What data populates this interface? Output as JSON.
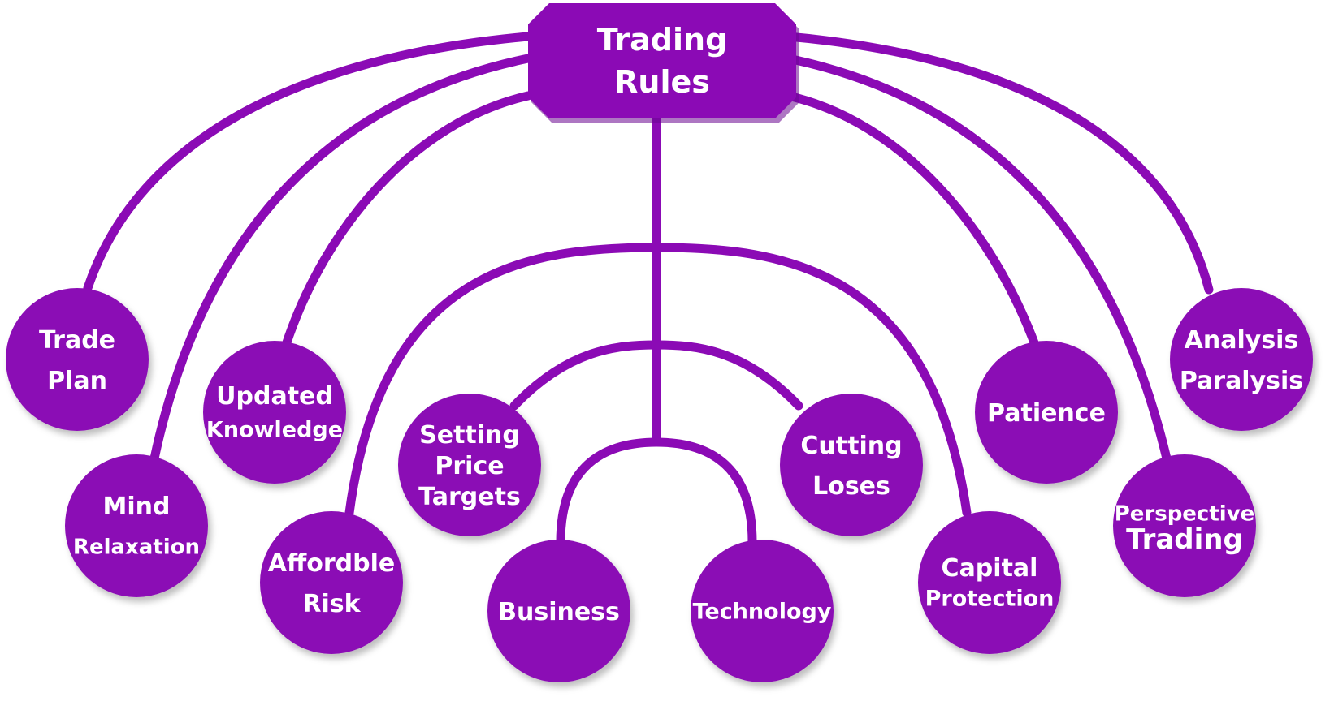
{
  "colors": {
    "primary": "#8b0ab5",
    "dark": "#6a0690",
    "text": "#ffffff"
  },
  "title": {
    "lines": [
      "Trading",
      "Rules"
    ]
  },
  "nodes": [
    {
      "id": "trade-plan",
      "lines": [
        "Trade",
        "Plan"
      ]
    },
    {
      "id": "mind-relaxation",
      "lines": [
        "Mind",
        "Relaxation"
      ]
    },
    {
      "id": "updated-knowledge",
      "lines": [
        "Updated",
        "Knowledge"
      ]
    },
    {
      "id": "affordble-risk",
      "lines": [
        "Affordble",
        "Risk"
      ]
    },
    {
      "id": "setting-price-targets",
      "lines": [
        "Setting",
        "Price",
        "Targets"
      ]
    },
    {
      "id": "business",
      "lines": [
        "Business"
      ]
    },
    {
      "id": "technology",
      "lines": [
        "Technology"
      ]
    },
    {
      "id": "cutting-loses",
      "lines": [
        "Cutting",
        "Loses"
      ]
    },
    {
      "id": "capital-protection",
      "lines": [
        "Capital",
        "Protection"
      ]
    },
    {
      "id": "patience",
      "lines": [
        "Patience"
      ]
    },
    {
      "id": "perspective-trading",
      "lines": [
        "Perspective",
        "Trading"
      ]
    },
    {
      "id": "analysis-paralysis",
      "lines": [
        "Analysis",
        "Paralysis"
      ]
    }
  ]
}
